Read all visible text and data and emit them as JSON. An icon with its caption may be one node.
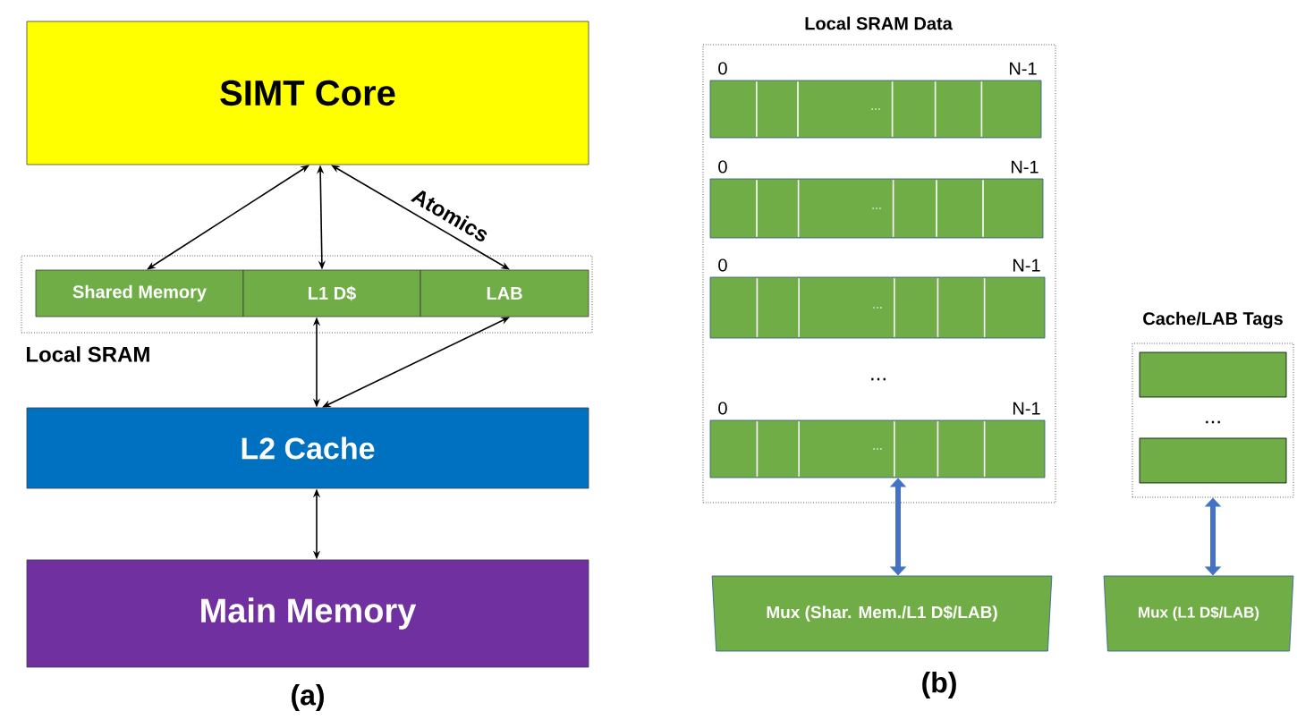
{
  "diagram": {
    "nodes": [
      {
        "text": [
          "SIMT Core"
        ]
      },
      {
        "text": [
          "Local SRAM"
        ]
      },
      {
        "text": [
          "Shared Memory"
        ],
        "in": 1
      },
      {
        "text": [
          "L1 D$"
        ],
        "in": 1
      },
      {
        "text": [
          "LAB"
        ],
        "in": 1
      },
      {
        "text": [
          "L2 Cache"
        ]
      },
      {
        "text": [
          "Main Memory"
        ]
      },
      {
        "text": [
          "Local SRAM Data"
        ]
      },
      {
        "text": [
          "0",
          "N-1",
          "..."
        ],
        "in": 7
      },
      {
        "text": [
          "0",
          "N-1",
          "..."
        ],
        "in": 7
      },
      {
        "text": [
          "0",
          "N-1",
          "..."
        ],
        "in": 7
      },
      {
        "text": [
          "0",
          "N-1",
          "..."
        ],
        "in": 7
      },
      {
        "text": [
          "Cache/LAB Tags"
        ]
      },
      {
        "text": [],
        "shape": "bar",
        "in": 12
      },
      {
        "text": [],
        "shape": "bar",
        "in": 12
      },
      {
        "text": [
          "Mux (Shar. Mem./L1 D$/LAB)"
        ]
      },
      {
        "text": [
          "Mux (L1 D$/LAB)"
        ]
      }
    ],
    "edges": [
      {
        "from": 0,
        "to": 2,
        "arrow": "both"
      },
      {
        "from": 0,
        "to": 3,
        "arrow": "both"
      },
      {
        "from": 0,
        "to": 4,
        "arrow": "both",
        "label": "Atomics"
      },
      {
        "from": 3,
        "to": 5,
        "arrow": "both"
      },
      {
        "from": 4,
        "to": 5,
        "arrow": "both"
      },
      {
        "from": 5,
        "to": 6,
        "arrow": "both"
      },
      {
        "from": 11,
        "to": 15,
        "arrow": "both",
        "style": "thick",
        "color": "#4472c4"
      },
      {
        "from": 12,
        "to": 16,
        "arrow": "both",
        "style": "thick",
        "color": "#4472c4"
      }
    ],
    "labels": [
      "...",
      "...",
      "(a)",
      "(b)"
    ]
  }
}
